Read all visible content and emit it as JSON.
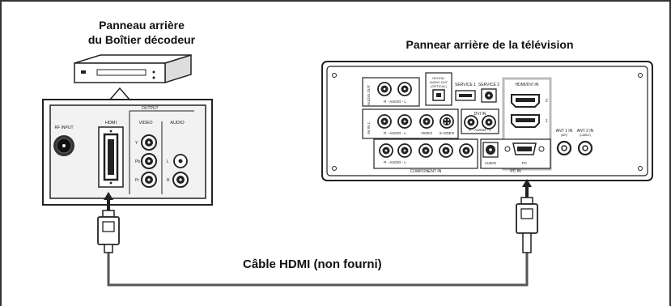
{
  "headings": {
    "stb_line1": "Panneau arrière",
    "stb_line2": "du Boîtier décodeur",
    "tv": "Pannear arrière de la télévision"
  },
  "cable_label": "Câble HDMI (non fourni)",
  "stb_panel": {
    "rf_input": "RF INPUT",
    "output": "OUTPUT",
    "hdmi": "HDMI",
    "video": "VIDEO",
    "audio": "AUDIO",
    "y": "Y",
    "pb": "Pb",
    "pr": "Pr",
    "l": "L",
    "r": "R"
  },
  "tv_panel": {
    "audio_out": "AUDIO OUT",
    "audio_lr": "R - AUDIO - L",
    "digital_audio_out": [
      "DIGITAL",
      "AUDIO OUT",
      "(OPTICAL)"
    ],
    "service1": "SERVICE 1",
    "service2": "SERVICE 2",
    "hdmi_dvi_in": "HDMI/DVI IN",
    "av_in": "AV IN 1",
    "video": "VIDEO",
    "s_video": "S-VIDEO",
    "dvi_in": "DVI IN",
    "component_in": "COMPONENT IN",
    "audio": "AUDIO",
    "pc": "PC",
    "pc_in": "PC IN",
    "ant1_in": "ANT 1 IN",
    "ant1_sub": "(AIR)",
    "ant2_in": "ANT 2 IN",
    "ant2_sub": "(CABLE)",
    "hdmi_port1": "1",
    "hdmi_port2": "2"
  },
  "colors": {
    "frame": "#333333",
    "panel_fill": "#f2f2f2",
    "cable": "#555555",
    "highlight": "#cccccc"
  }
}
